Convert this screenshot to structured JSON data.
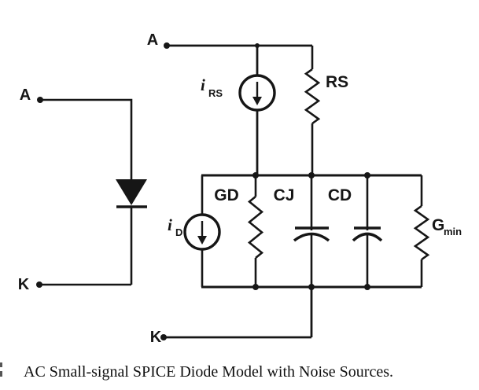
{
  "figure": {
    "caption": "AC Small-signal SPICE Diode Model with Noise Sources.",
    "ink_color": "#161616",
    "background_color": "#ffffff"
  },
  "diode_symbol": {
    "anode_label": "A",
    "cathode_label": "K"
  },
  "model_circuit": {
    "anode_label": "A",
    "cathode_label": "K",
    "noise_current_rs": {
      "symbol": "i",
      "subscript": "RS"
    },
    "noise_current_d": {
      "symbol": "i",
      "subscript": "D"
    },
    "series_resistance_label": "RS",
    "diode_conductance_label": "GD",
    "junction_capacitance_label": "CJ",
    "diffusion_capacitance_label": "CD",
    "min_conductance": {
      "symbol": "G",
      "subscript": "min"
    }
  }
}
